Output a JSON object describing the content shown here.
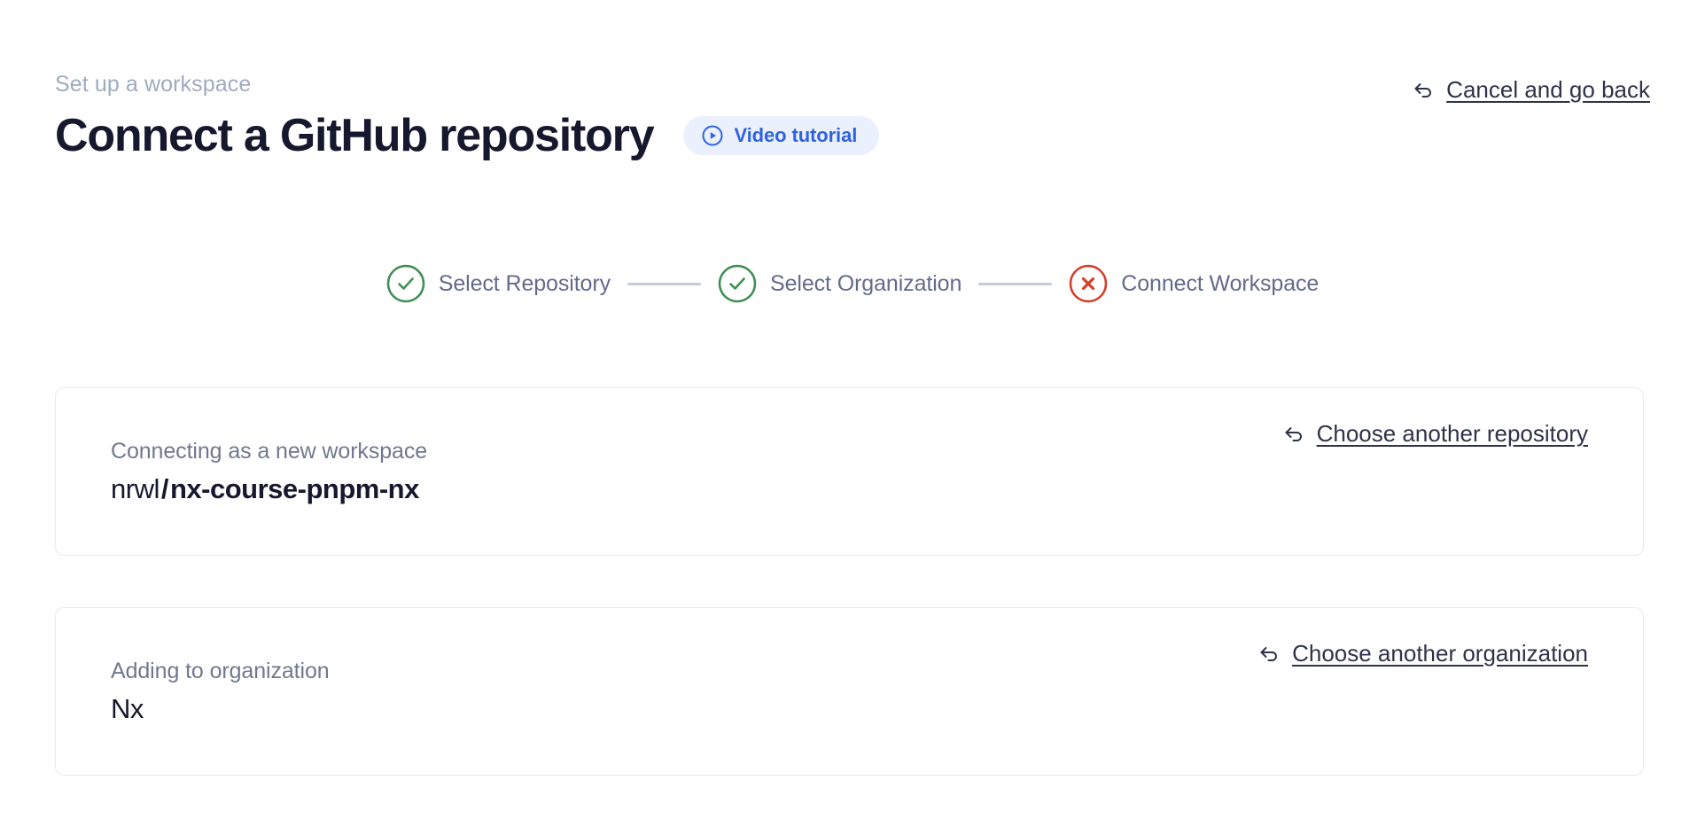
{
  "header": {
    "breadcrumb": "Set up a workspace",
    "title": "Connect a GitHub repository",
    "video_tutorial_label": "Video tutorial",
    "video_tutorial_icon": "play-circle-icon",
    "cancel_label": "Cancel and go back",
    "cancel_icon": "back-arrow-icon"
  },
  "colors": {
    "accent_blue": "#2f62e0",
    "pill_background": "#eaf0fe",
    "step_complete": "#3f8f54",
    "step_error": "#d6402a",
    "connector": "#c3cada",
    "title": "#16182e",
    "muted": "#9fabbf",
    "step_label": "#636b8c",
    "card_border": "#e9eaf0",
    "link": "#2f3349"
  },
  "stepper": {
    "steps": [
      {
        "label": "Select Repository",
        "state": "complete",
        "icon": "check-circle-icon"
      },
      {
        "label": "Select Organization",
        "state": "complete",
        "icon": "check-circle-icon"
      },
      {
        "label": "Connect Workspace",
        "state": "error",
        "icon": "x-circle-icon"
      }
    ]
  },
  "cards": [
    {
      "caption": "Connecting as a new workspace",
      "value_owner": "nrwl",
      "value_separator": "/",
      "value_name": "nx-course-pnpm-nx",
      "link_label": "Choose another repository",
      "link_icon": "back-arrow-icon"
    },
    {
      "caption": "Adding to organization",
      "value": "Nx",
      "link_label": "Choose another organization",
      "link_icon": "back-arrow-icon"
    }
  ]
}
